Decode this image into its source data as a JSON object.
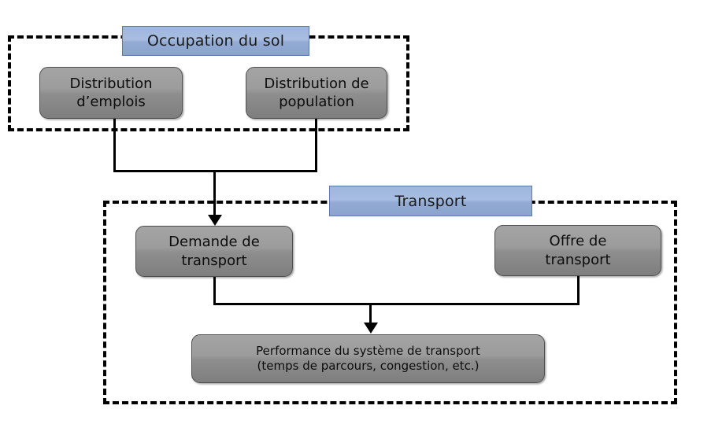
{
  "diagram": {
    "title": "Land use and transport system interaction diagram",
    "language": "fr",
    "colors": {
      "group_border": "#000000",
      "header_fill": "#9fb7dd",
      "header_border": "#5a79ad",
      "node_fill": "#9c9c9c",
      "node_border": "#4f4f4f",
      "connector": "#000000",
      "background": "#ffffff"
    }
  },
  "groups": [
    {
      "id": "occupation",
      "header_label": "Occupation du sol",
      "nodes": [
        {
          "id": "emplois",
          "label": "Distribution\nd’emplois"
        },
        {
          "id": "population",
          "label": "Distribution de\npopulation"
        }
      ]
    },
    {
      "id": "transport",
      "header_label": "Transport",
      "nodes": [
        {
          "id": "demande",
          "label": "Demande de\ntransport"
        },
        {
          "id": "offre",
          "label": "Offre de\ntransport"
        },
        {
          "id": "performance",
          "label": "Performance du système de transport\n(temps de parcours, congestion, etc.)"
        }
      ]
    }
  ],
  "connectors": [
    {
      "id": "emplois-to-demande",
      "from": "emplois",
      "to": "demande",
      "style": "elbow-merge-arrow"
    },
    {
      "id": "population-to-demande",
      "from": "population",
      "to": "demande",
      "style": "elbow-merge-arrow"
    },
    {
      "id": "demande-to-performance",
      "from": "demande",
      "to": "performance",
      "style": "elbow-merge-arrow"
    },
    {
      "id": "offre-to-performance",
      "from": "offre",
      "to": "performance",
      "style": "elbow-merge-arrow"
    }
  ]
}
